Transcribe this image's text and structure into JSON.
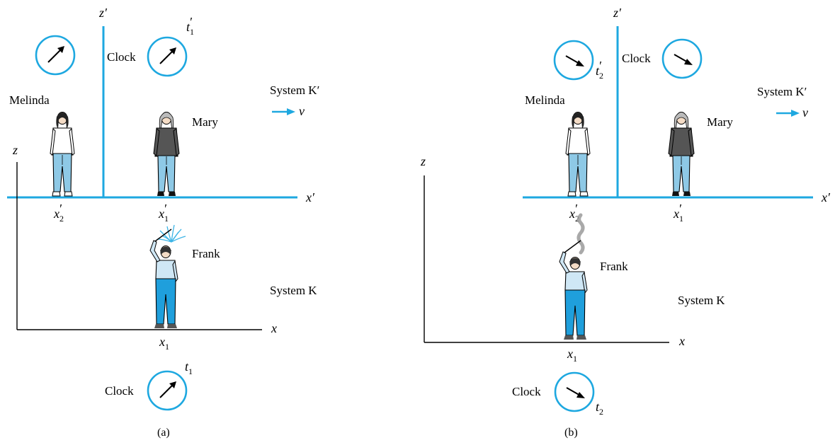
{
  "colors": {
    "axis_moving": "#1ea8e0",
    "axis_rest": "#000000",
    "jeans": "#8ec9e6",
    "frank_jeans": "#1f9fdc",
    "shirt_light": "#cfe7f5"
  },
  "panel_a": {
    "caption": "(a)",
    "axes": {
      "x": "x",
      "z": "z",
      "x_prime": "x′",
      "z_prime": "z′"
    },
    "observers": {
      "left": "Melinda",
      "right": "Mary",
      "rest": "Frank"
    },
    "ticks": {
      "x2p": {
        "var": "x",
        "sub": "2",
        "prime": "′"
      },
      "x1p": {
        "var": "x",
        "sub": "1",
        "prime": "′"
      },
      "x1": {
        "var": "x",
        "sub": "1"
      }
    },
    "system_moving": "System K′",
    "system_rest": "System K",
    "velocity": "v⃗",
    "clock_word_top": "Clock",
    "clock_word_bottom": "Clock",
    "time_top": {
      "var": "t",
      "sub": "1",
      "prime": "′"
    },
    "time_bottom": {
      "var": "t",
      "sub": "1"
    },
    "icons": [
      "clock-icon",
      "person-icon",
      "flash-icon"
    ]
  },
  "panel_b": {
    "caption": "(b)",
    "axes": {
      "x": "x",
      "z": "z",
      "x_prime": "x′",
      "z_prime": "z′"
    },
    "observers": {
      "left": "Melinda",
      "right": "Mary",
      "rest": "Frank"
    },
    "ticks": {
      "x2p": {
        "var": "x",
        "sub": "2",
        "prime": "′"
      },
      "x1p": {
        "var": "x",
        "sub": "1",
        "prime": "′"
      },
      "x1": {
        "var": "x",
        "sub": "1"
      }
    },
    "system_moving": "System K′",
    "system_rest": "System K",
    "velocity": "v⃗",
    "clock_word_top": "Clock",
    "clock_word_bottom": "Clock",
    "time_top": {
      "var": "t",
      "sub": "2",
      "prime": "′"
    },
    "time_bottom": {
      "var": "t",
      "sub": "2"
    },
    "icons": [
      "clock-icon",
      "person-icon",
      "smoke-icon"
    ]
  }
}
